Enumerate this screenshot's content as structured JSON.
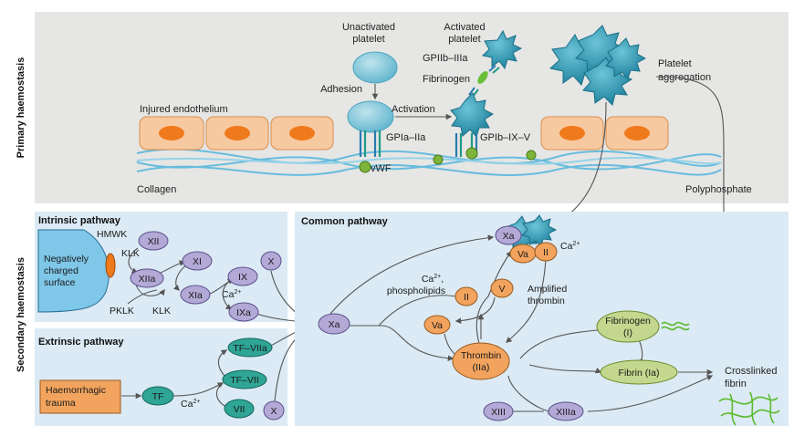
{
  "sections": {
    "primary": "Primary haemostasis",
    "secondary": "Secondary haemostasis"
  },
  "primary": {
    "injured_endothelium": "Injured endothelium",
    "collagen": "Collagen",
    "unactivated_platelet": [
      "Unactivated",
      "platelet"
    ],
    "adhesion": "Adhesion",
    "activation": "Activation",
    "gpia_iia": "GPIa–IIa",
    "vwf": "vWF",
    "activated_platelet": [
      "Activated",
      "platelet"
    ],
    "gpiib_iiia": "GPIIb–IIIa",
    "fibrinogen": "Fibrinogen",
    "gpib_ix_v": "GPIb–IX–V",
    "platelet_aggregation": [
      "Platelet",
      "aggregation"
    ],
    "polyphosphate": "Polyphosphate"
  },
  "intrinsic": {
    "title": "Intrinsic pathway",
    "surface": [
      "Negatively",
      "charged",
      "surface"
    ],
    "hmwk": "HMWK",
    "klk": "KLK",
    "pklk": "PKLK",
    "klk2": "KLK",
    "ca": "Ca",
    "ca_sup": "2+",
    "nodes": {
      "xii": "XII",
      "xiia": "XIIa",
      "xi": "XI",
      "xia": "XIa",
      "ix": "IX",
      "ixa": "IXa",
      "x": "X"
    }
  },
  "extrinsic": {
    "title": "Extrinsic pathway",
    "trauma": [
      "Haemorrhagic",
      "trauma"
    ],
    "ca": "Ca",
    "ca_sup": "2+",
    "nodes": {
      "tf": "TF",
      "tf_viia": "TF–VIIa",
      "tf_vii": "TF–VII",
      "vii": "VII",
      "x": "X"
    }
  },
  "common": {
    "title": "Common pathway",
    "ca_phospholipids": [
      "Ca",
      "2+",
      ",",
      "phospholipids"
    ],
    "amplified_thrombin": [
      "Amplified",
      "thrombin"
    ],
    "ca_top": "Ca",
    "ca_top_sup": "2+",
    "crosslinked_fibrin": [
      "Crosslinked",
      "fibrin"
    ],
    "nodes": {
      "xa_main": "Xa",
      "xa_top": "Xa",
      "va_top": "Va",
      "ii_top": "II",
      "ii_mid": "II",
      "v": "V",
      "va": "Va",
      "thrombin": [
        "Thrombin",
        "(IIa)"
      ],
      "fibrinogen": [
        "Fibrinogen",
        "(I)"
      ],
      "fibrin": "Fibrin (Ia)",
      "xiii": "XIII",
      "xiiia": "XIIIa"
    }
  },
  "colors": {
    "panel_primary": "#e6e6e4",
    "panel_pathway": "#dbeaf4",
    "factor_purple": "#b3a9d6",
    "factor_orange": "#f2a45e",
    "factor_teal": "#2fa596",
    "platelet": "#3aa2bc",
    "cell_fill": "#f7c9a1",
    "nucleus": "#ef7a1c",
    "fibrin_green": "#5cba2e"
  }
}
